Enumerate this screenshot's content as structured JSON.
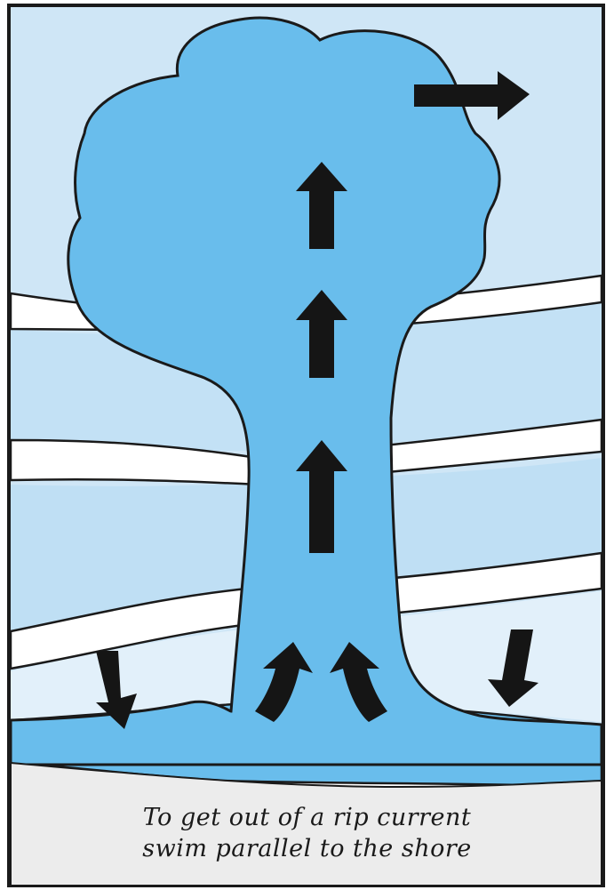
{
  "colors": {
    "sea_light": "#cfe6f6",
    "sea_mid": "#b6dcf3",
    "rip_current": "#69bdec",
    "foam": "#ffffff",
    "sand": "#ececec",
    "arrows": "#151515",
    "outline": "#1a1a1a"
  },
  "icons": {
    "arrows": "thick-black-arrow"
  },
  "caption": {
    "line1": "To get out of a rip current",
    "line2": "swim parallel to the shore"
  }
}
